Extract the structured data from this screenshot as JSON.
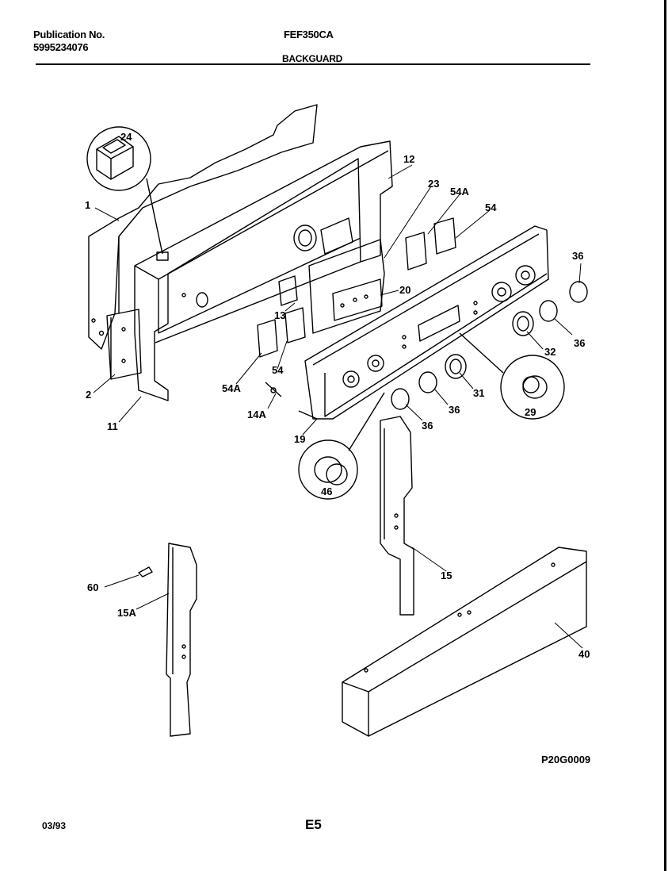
{
  "header": {
    "publication_label": "Publication No.",
    "publication_number": "5995234076",
    "model": "FEF350CA",
    "section": "BACKGUARD"
  },
  "callouts": {
    "c1": "1",
    "c2": "2",
    "c11": "11",
    "c12": "12",
    "c13": "13",
    "c14a": "14A",
    "c15": "15",
    "c15a": "15A",
    "c19": "19",
    "c20": "20",
    "c23": "23",
    "c24": "24",
    "c29": "29",
    "c31": "31",
    "c32": "32",
    "c36a": "36",
    "c36b": "36",
    "c36c": "36",
    "c36d": "36",
    "c40": "40",
    "c46": "46",
    "c54a_top": "54A",
    "c54_top": "54",
    "c54a_left": "54A",
    "c54_left": "54",
    "c60": "60"
  },
  "footer": {
    "drawing_code": "P20G0009",
    "date": "03/93",
    "page": "E5"
  }
}
